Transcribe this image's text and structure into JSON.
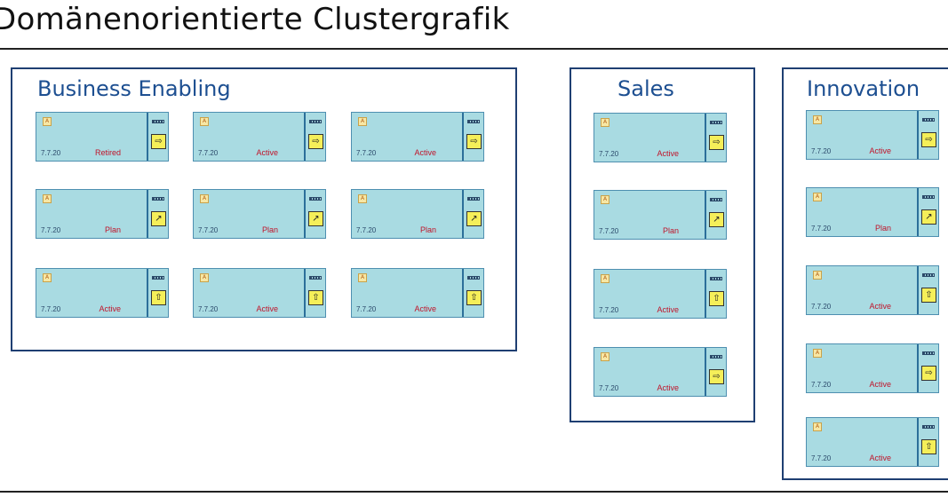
{
  "page_title": "Domänenorientierte Clustergrafik",
  "clusters": [
    {
      "title": "Business Enabling",
      "cards": [
        {
          "version": "7.7.20",
          "status": "Retired",
          "icon": "arrow-right-icon"
        },
        {
          "version": "7.7.20",
          "status": "Active",
          "icon": "arrow-right-icon"
        },
        {
          "version": "7.7.20",
          "status": "Active",
          "icon": "arrow-right-icon"
        },
        {
          "version": "7.7.20",
          "status": "Plan",
          "icon": "arrow-diagonal-icon"
        },
        {
          "version": "7.7.20",
          "status": "Plan",
          "icon": "arrow-diagonal-icon"
        },
        {
          "version": "7.7.20",
          "status": "Plan",
          "icon": "arrow-diagonal-icon"
        },
        {
          "version": "7.7.20",
          "status": "Active",
          "icon": "arrow-up-icon"
        },
        {
          "version": "7.7.20",
          "status": "Active",
          "icon": "arrow-up-icon"
        },
        {
          "version": "7.7.20",
          "status": "Active",
          "icon": "arrow-up-icon"
        }
      ]
    },
    {
      "title": "Sales",
      "cards": [
        {
          "version": "7.7.20",
          "status": "Active",
          "icon": "arrow-right-icon"
        },
        {
          "version": "7.7.20",
          "status": "Plan",
          "icon": "arrow-diagonal-icon"
        },
        {
          "version": "7.7.20",
          "status": "Active",
          "icon": "arrow-up-icon"
        },
        {
          "version": "7.7.20",
          "status": "Active",
          "icon": "arrow-right-icon"
        }
      ]
    },
    {
      "title": "Innovation",
      "cards": [
        {
          "version": "7.7.20",
          "status": "Active",
          "icon": "arrow-right-icon"
        },
        {
          "version": "7.7.20",
          "status": "Plan",
          "icon": "arrow-diagonal-icon"
        },
        {
          "version": "7.7.20",
          "status": "Active",
          "icon": "arrow-up-icon"
        },
        {
          "version": "7.7.20",
          "status": "Active",
          "icon": "arrow-right-icon"
        },
        {
          "version": "7.7.20",
          "status": "Active",
          "icon": "arrow-up-icon"
        }
      ]
    }
  ],
  "colors": {
    "cluster_border": "#1f3f72",
    "cluster_title": "#1d4f91",
    "card_fill": "#a9dbe2",
    "status_text": "#c0142a",
    "lifecycle_icon_fill": "#f5ef59"
  }
}
